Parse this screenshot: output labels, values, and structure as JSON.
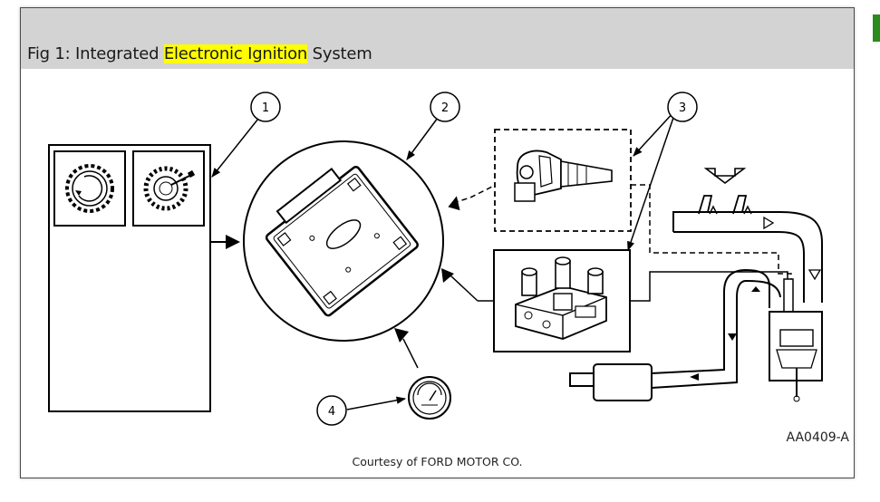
{
  "caption": {
    "prefix": "Fig 1: Integrated ",
    "highlight_1": "Electronic",
    "space": " ",
    "highlight_2": "Ignition",
    "suffix": " System"
  },
  "callouts": {
    "c1": "1",
    "c2": "2",
    "c3": "3",
    "c4": "4"
  },
  "figure_code": "AA0409-A",
  "courtesy": "Courtesy of FORD MOTOR CO.",
  "colors": {
    "highlight": "#ffff00",
    "caption_bar": "#d3d3d3",
    "side_tab": "#2c8a1e"
  }
}
